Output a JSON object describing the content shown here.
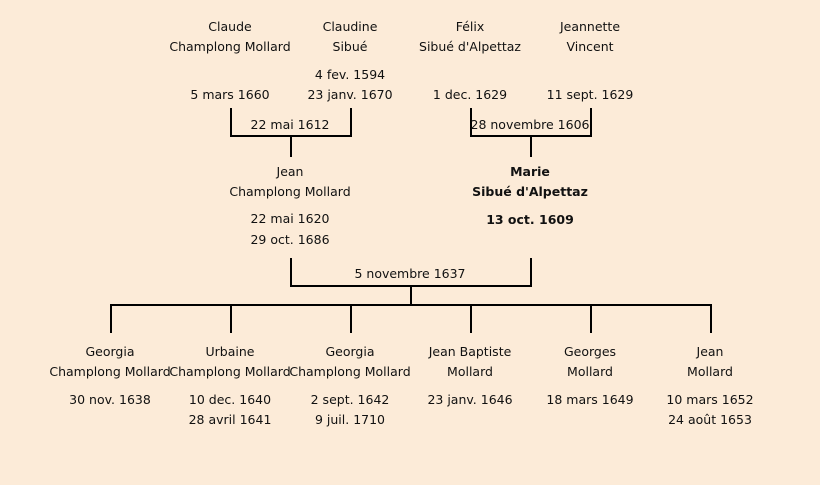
{
  "grandparents": [
    {
      "first": "Claude",
      "last": "Champlong Mollard",
      "birth": "",
      "death": "5 mars 1660"
    },
    {
      "first": "Claudine",
      "last": "Sibué",
      "birth": "4 fev. 1594",
      "death": "23 janv. 1670"
    },
    {
      "first": "Félix",
      "last": "Sibué d'Alpettaz",
      "birth": "",
      "death": "1 dec. 1629"
    },
    {
      "first": "Jeannette",
      "last": "Vincent",
      "birth": "",
      "death": "11 sept. 1629"
    }
  ],
  "marriages": {
    "left": "22 mai 1612",
    "right": "28 novembre 1606",
    "parents": "5 novembre 1637"
  },
  "parents": [
    {
      "first": "Jean",
      "last": "Champlong Mollard",
      "birth": "22 mai 1620",
      "death": "29 oct. 1686"
    },
    {
      "first": "Marie",
      "last": "Sibué d'Alpettaz",
      "birth": "13 oct. 1609"
    }
  ],
  "children": [
    {
      "first": "Georgia",
      "last": "Champlong Mollard",
      "d1": "30 nov. 1638",
      "d2": ""
    },
    {
      "first": "Urbaine",
      "last": "Champlong Mollard",
      "d1": "10 dec. 1640",
      "d2": "28 avril 1641"
    },
    {
      "first": "Georgia",
      "last": "Champlong Mollard",
      "d1": "2 sept. 1642",
      "d2": "9 juil. 1710"
    },
    {
      "first": "Jean Baptiste",
      "last": "Mollard",
      "d1": "23 janv. 1646",
      "d2": ""
    },
    {
      "first": "Georges",
      "last": "Mollard",
      "d1": "18 mars 1649",
      "d2": ""
    },
    {
      "first": "Jean",
      "last": "Mollard",
      "d1": "10 mars 1652",
      "d2": "24 août 1653"
    }
  ]
}
